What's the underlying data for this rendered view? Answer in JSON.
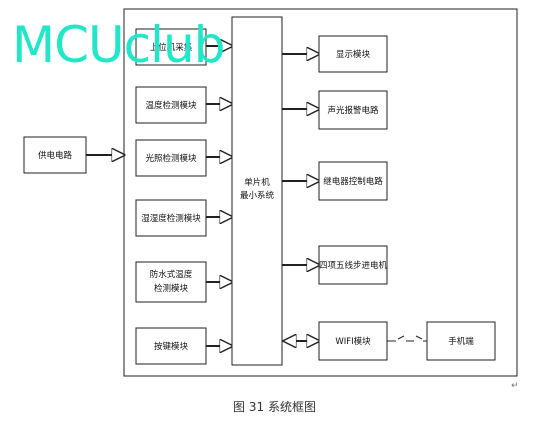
{
  "watermark": "MCUclub",
  "left": {
    "power": "供电电路",
    "modules": [
      "上位机采集",
      "温度检测模块",
      "光照检测模块",
      "湿湿度检测模块",
      "防水式温度\n检测模块",
      "按键模块"
    ]
  },
  "center": "单片机\n最小系统",
  "right": {
    "modules": [
      "显示模块",
      "声光报警电路",
      "继电器控制电路",
      "四项五线步进电机",
      "WIFI模块"
    ],
    "phone": "手机端"
  },
  "caption": "图 31 系统框图"
}
